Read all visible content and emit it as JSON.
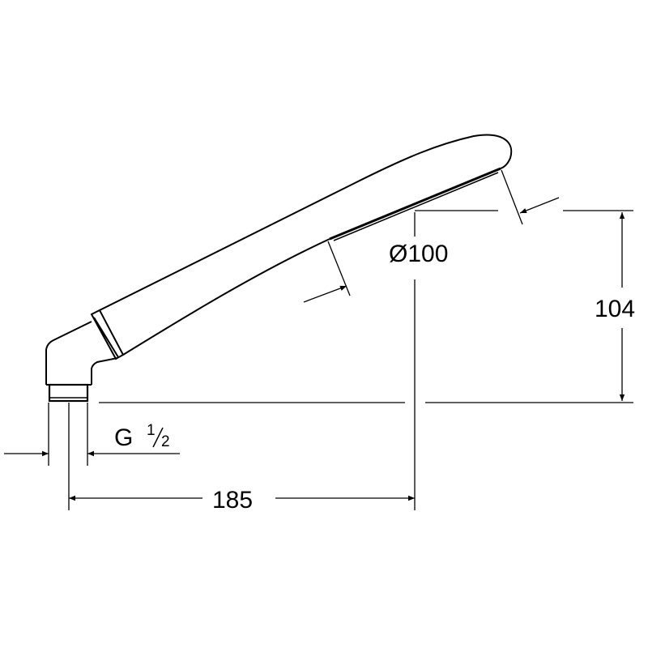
{
  "drawing": {
    "title": "Hand shower dimension drawing",
    "dimensions": {
      "diameter": "Ø100",
      "height": "104",
      "length": "185",
      "thread_prefix": "G",
      "thread_num": "1",
      "thread_den": "2"
    },
    "colors": {
      "line": "#000000",
      "background": "#ffffff"
    }
  }
}
